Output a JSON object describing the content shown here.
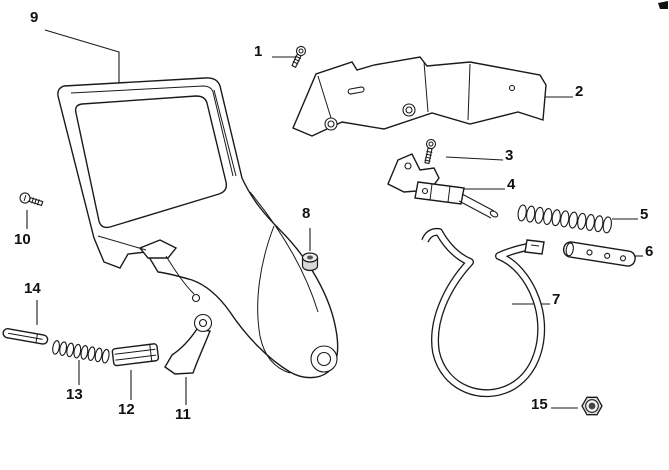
{
  "canvas": {
    "background": "#ffffff",
    "ink": "#1a1a1a"
  },
  "diagram": {
    "callouts": [
      {
        "number": "1"
      },
      {
        "number": "2"
      },
      {
        "number": "3"
      },
      {
        "number": "4"
      },
      {
        "number": "5"
      },
      {
        "number": "6"
      },
      {
        "number": "7"
      },
      {
        "number": "8"
      },
      {
        "number": "9"
      },
      {
        "number": "10"
      },
      {
        "number": "11"
      },
      {
        "number": "12"
      },
      {
        "number": "13"
      },
      {
        "number": "14"
      },
      {
        "number": "15"
      }
    ]
  }
}
